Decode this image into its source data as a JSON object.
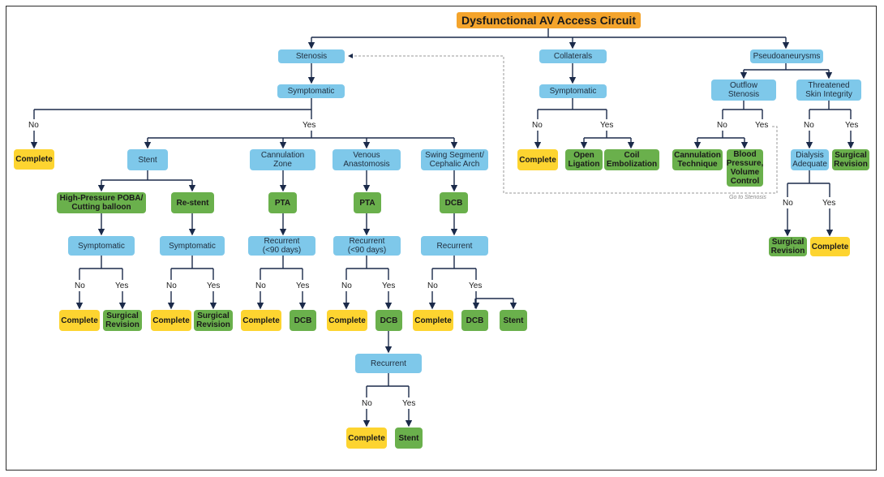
{
  "title": "Dysfunctional AV Access Circuit",
  "colors": {
    "title_box": "#f4a42c",
    "decision_box": "#7ec8ea",
    "treatment_box": "#6ab04c",
    "complete_box": "#fdd430",
    "arrow": "#1b2a4a"
  },
  "nodes": {
    "stenosis": "Stenosis",
    "collaterals": "Collaterals",
    "pseudoaneurysms": "Pseudoaneurysms",
    "st_symptomatic": "Symptomatic",
    "st_complete": "Complete",
    "stent": "Stent",
    "cannulation_zone": "Cannulation\nZone",
    "venous_anastomosis": "Venous\nAnastomosis",
    "swing_segment": "Swing Segment/\nCephalic Arch",
    "hp_poba": "High-Pressure POBA/\nCutting balloon",
    "re_stent": "Re-stent",
    "cz_pta": "PTA",
    "va_pta": "PTA",
    "ss_dcb": "DCB",
    "poba_symptomatic": "Symptomatic",
    "restent_symptomatic": "Symptomatic",
    "cz_recurrent": "Recurrent\n(<90 days)",
    "va_recurrent": "Recurrent\n(<90 days)",
    "ss_recurrent": "Recurrent",
    "poba_complete": "Complete",
    "poba_surgical": "Surgical\nRevision",
    "restent_complete": "Complete",
    "restent_surgical": "Surgical\nRevision",
    "cz_complete": "Complete",
    "cz_dcb": "DCB",
    "va_complete": "Complete",
    "va_dcb": "DCB",
    "ss_complete": "Complete",
    "ss_dcb2": "DCB",
    "ss_stent": "Stent",
    "va_recurrent2": "Recurrent",
    "va_complete2": "Complete",
    "va_stent": "Stent",
    "col_symptomatic": "Symptomatic",
    "col_complete": "Complete",
    "open_ligation": "Open\nLigation",
    "coil_embolization": "Coil\nEmbolization",
    "outflow_stenosis": "Outflow\nStenosis",
    "threatened_skin": "Threatened\nSkin Integrity",
    "cannulation_technique": "Cannulation\nTechnique",
    "bp_volume": "Blood\nPressure,\nVolume\nControl",
    "dialysis_adequate": "Dialysis\nAdequate",
    "ts_surgical": "Surgical\nRevision",
    "da_surgical": "Surgical\nRevision",
    "da_complete": "Complete"
  },
  "labels": {
    "no": "No",
    "yes": "Yes"
  },
  "go_to_stenosis": "Go to Stenosis"
}
